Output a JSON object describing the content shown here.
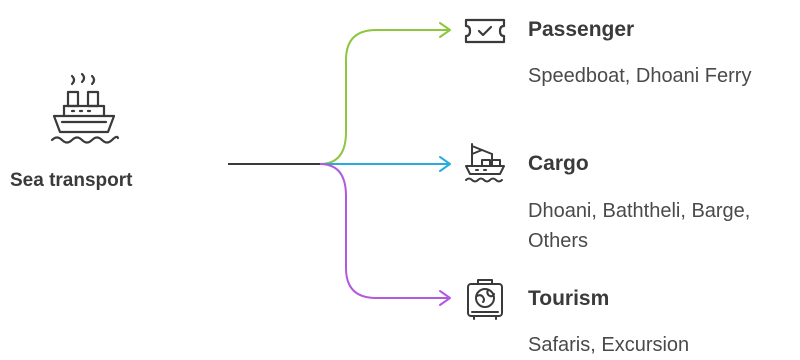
{
  "root": {
    "label": "Sea transport",
    "icon": "ship-icon"
  },
  "branches": [
    {
      "title": "Passenger",
      "description": "Speedboat, Dhoani Ferry",
      "icon": "ticket-icon",
      "color": "#8dc63f"
    },
    {
      "title": "Cargo",
      "description": "Dhoani, Baththeli, Barge, Others",
      "icon": "cargo-crane-ship-icon",
      "color": "#29abe2"
    },
    {
      "title": "Tourism",
      "description": "Safaris, Excursion",
      "icon": "suitcase-globe-icon",
      "color": "#b15ae0"
    }
  ],
  "colors": {
    "stem": "#3a3a3a",
    "text": "#3a3a3a"
  }
}
